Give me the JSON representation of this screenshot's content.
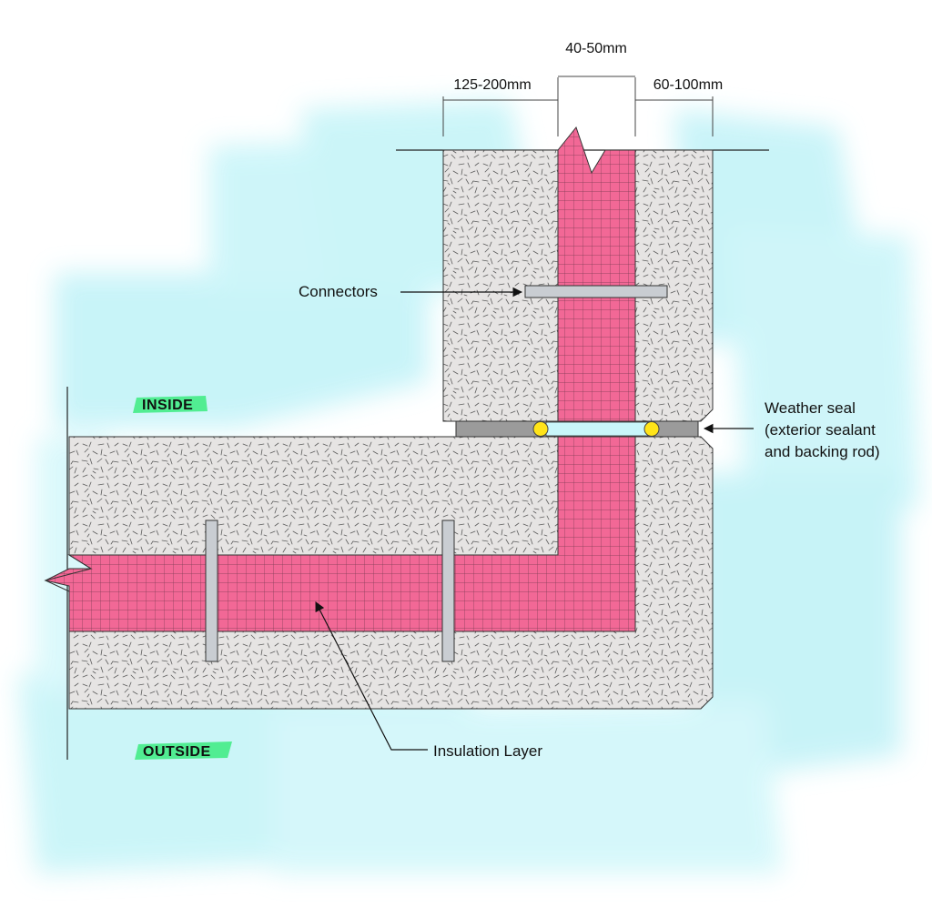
{
  "dimensions": {
    "interior_wythe": "125-200mm",
    "insulation": "40-50mm",
    "exterior_wythe": "60-100mm"
  },
  "labels": {
    "connectors": "Connectors",
    "weather_seal_line1": "Weather seal",
    "weather_seal_line2": "(exterior sealant",
    "weather_seal_line3": "and backing rod)",
    "insulation_layer": "Insulation Layer",
    "inside": "INSIDE",
    "outside": "OUTSIDE"
  },
  "colors": {
    "concrete": "#e6e4e3",
    "insulation": "#f26896",
    "grid": "#7a3a52",
    "connector": "#c9cdd2",
    "seal": "#9b9b9b",
    "backing_rod": "#ffe419",
    "highlight": "#44ec86",
    "watercolor": "#b6f1f6"
  }
}
